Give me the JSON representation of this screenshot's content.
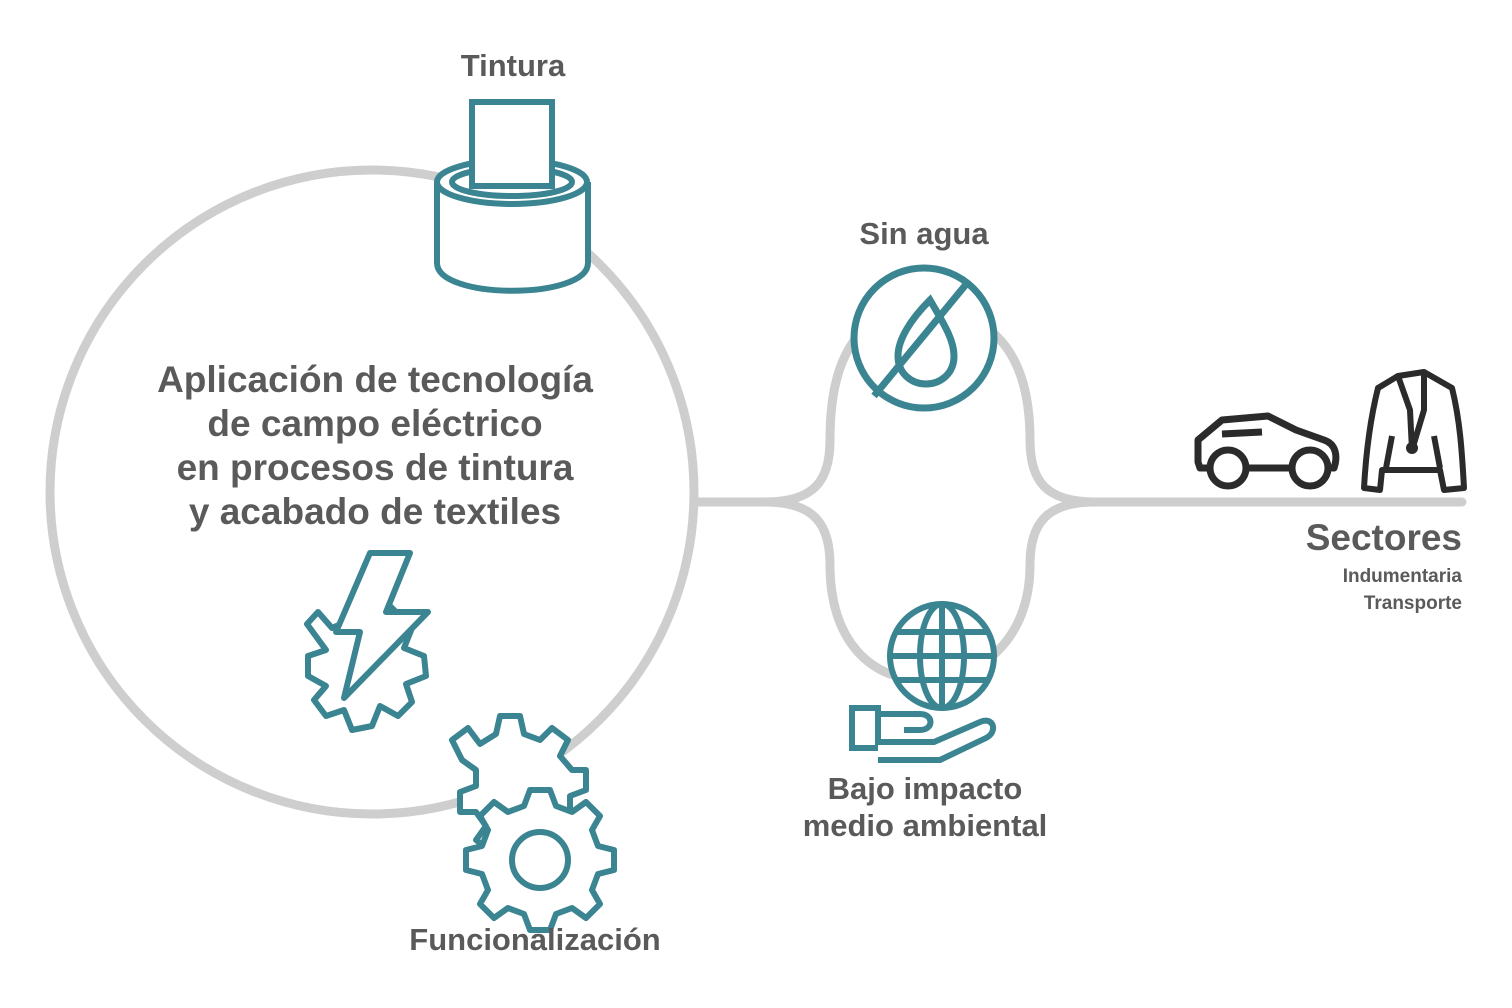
{
  "main": {
    "lines": [
      "Aplicación de tecnología",
      "de campo eléctrico",
      "en procesos de tintura",
      "y acabado de textiles"
    ]
  },
  "nodes": {
    "tintura": "Tintura",
    "sin_agua": "Sin agua",
    "bajo_impacto": [
      "Bajo impacto",
      "medio ambiental"
    ],
    "funcionalizacion": "Funcionalización"
  },
  "sectores": {
    "title": "Sectores",
    "items": [
      "Indumentaria",
      "Transporte"
    ]
  },
  "icons": [
    "dye-container-icon",
    "lightning-gear-icon",
    "gears-icon",
    "no-water-icon",
    "globe-hand-icon",
    "car-icon",
    "jacket-icon"
  ],
  "colors": {
    "teal": "#3a8591",
    "gray_line": "#cdcecd",
    "text": "#5a5a5a",
    "dark_icon": "#2b2b2b"
  }
}
